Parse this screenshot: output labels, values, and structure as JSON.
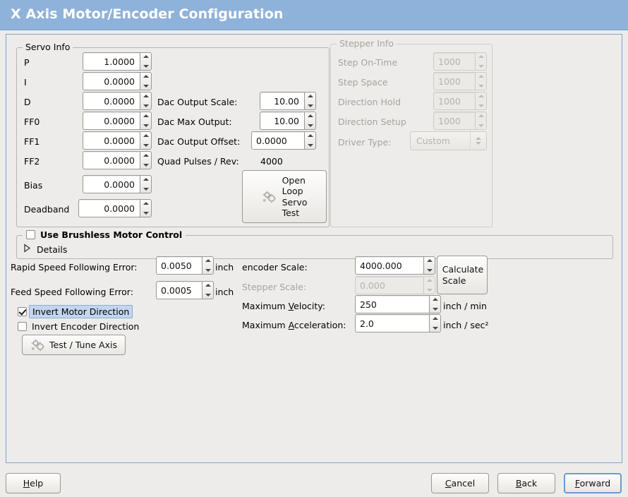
{
  "window": {
    "title": "X Axis Motor/Encoder Configuration",
    "header_bg": "#8fb2da",
    "body_bg": "#edecea",
    "accent": "#6b9bd2"
  },
  "servo_info": {
    "frame_label": "Servo Info",
    "rows": [
      {
        "label": "P",
        "value": "1.0000"
      },
      {
        "label": "I",
        "value": "0.0000"
      },
      {
        "label": "D",
        "value": "0.0000"
      },
      {
        "label": "FF0",
        "value": "0.0000"
      },
      {
        "label": "FF1",
        "value": "0.0000"
      },
      {
        "label": "FF2",
        "value": "0.0000"
      },
      {
        "label": "Bias",
        "value": "0.0000"
      },
      {
        "label": "Deadband",
        "value": "0.0000"
      }
    ],
    "dac": [
      {
        "label": "Dac Output Scale:",
        "value": "10.00"
      },
      {
        "label": "Dac Max Output:",
        "value": "10.00"
      },
      {
        "label": "Dac Output Offset:",
        "value": "0.0000"
      }
    ],
    "quad_pulses_label": "Quad Pulses / Rev:",
    "quad_pulses_value": "4000",
    "open_loop_button": [
      "Open",
      "Loop",
      "Servo",
      "Test"
    ]
  },
  "stepper_info": {
    "frame_label": "Stepper Info",
    "disabled": true,
    "rows": [
      {
        "label": "Step On-Time",
        "value": "1000"
      },
      {
        "label": "Step Space",
        "value": "1000"
      },
      {
        "label": "Direction Hold",
        "value": "1000"
      },
      {
        "label": "Direction Setup",
        "value": "1000"
      }
    ],
    "driver_type_label": "Driver Type:",
    "driver_type_value": "Custom"
  },
  "brushless": {
    "checkbox_label": "Use Brushless Motor Control",
    "checked": false,
    "details_label": "Details",
    "details_expanded": false
  },
  "errors": {
    "rapid_label": "Rapid Speed Following Error:",
    "rapid_value": "0.0050",
    "rapid_unit": "inch",
    "feed_label": "Feed Speed Following Error:",
    "feed_value": "0.0005",
    "feed_unit": "inch"
  },
  "inverts": {
    "motor_label": "Invert Motor Direction",
    "motor_checked": true,
    "motor_focused": true,
    "encoder_label": "Invert Encoder Direction",
    "encoder_checked": false
  },
  "test_tune_button": "Test / Tune Axis",
  "scales": {
    "encoder_label": "encoder Scale:",
    "encoder_value": "4000.000",
    "stepper_label": "Stepper Scale:",
    "stepper_value": "0.000",
    "stepper_disabled": true,
    "calculate_button": [
      "Calculate",
      "Scale"
    ],
    "max_velocity_label_pre": "Maximum ",
    "max_velocity_label_mn": "V",
    "max_velocity_label_post": "elocity:",
    "max_velocity_value": "250",
    "max_velocity_unit": "inch / min",
    "max_accel_label_pre": "Maximum ",
    "max_accel_label_mn": "A",
    "max_accel_label_post": "cceleration:",
    "max_accel_value": "2.0",
    "max_accel_unit": "inch / sec²"
  },
  "actions": {
    "help_mn": "H",
    "help_rest": "elp",
    "cancel_mn": "C",
    "cancel_rest": "ancel",
    "back_mn": "B",
    "back_rest": "ack",
    "forward_mn": "F",
    "forward_rest": "orward"
  }
}
